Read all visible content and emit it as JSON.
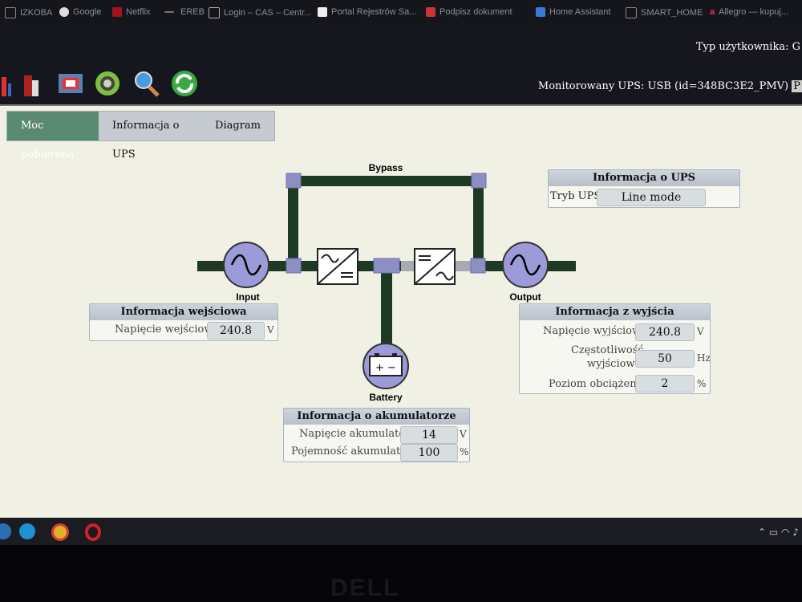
{
  "bookmarks": [
    "IZKOBA",
    "Google",
    "Netflix",
    "",
    "EREB",
    "Login – CAS – Centr...",
    "Portal Rejestrów Sa...",
    "Podpisz dokument",
    "Home Assistant",
    "SMART_HOME",
    "Allegro — kupuj..."
  ],
  "header": {
    "user_type": "Typ użytkownika: G",
    "monitored_ups": "Monitorowany UPS: USB (id=348BC3E2_PMV)",
    "monitored_suffix": "P"
  },
  "tabs": [
    {
      "label": "Moc pobierana",
      "active": true
    },
    {
      "label": "Informacja o UPS",
      "active": false
    },
    {
      "label": "Diagram",
      "active": false
    }
  ],
  "diagram": {
    "bypass_label": "Bypass",
    "input_label": "Input",
    "output_label": "Output",
    "battery_label": "Battery",
    "battery_symbol": "+ −"
  },
  "ups_info": {
    "title": "Informacja o UPS",
    "mode_label": "Tryb UPS",
    "mode_value": "Line mode"
  },
  "input_info": {
    "title": "Informacja wejściowa",
    "voltage_label": "Napięcie wejściowe",
    "voltage_value": "240.8",
    "voltage_unit": "V"
  },
  "output_info": {
    "title": "Informacja z wyjścia",
    "voltage_label": "Napięcie wyjściowe",
    "voltage_value": "240.8",
    "voltage_unit": "V",
    "freq_label_1": "Częstotliwość",
    "freq_label_2": "wyjściowa",
    "freq_value": "50",
    "freq_unit": "Hz",
    "load_label": "Poziom obciążenia",
    "load_value": "2",
    "load_unit": "%"
  },
  "battery_info": {
    "title": "Informacja o akumulatorze",
    "voltage_label": "Napięcie akumulatora",
    "voltage_value": "14",
    "voltage_unit": "V",
    "capacity_label": "Pojemność akumulatora",
    "capacity_value": "100",
    "capacity_unit": "%"
  },
  "colors": {
    "active_tab": "#5b8a72",
    "path": "#1f3a24",
    "node": "#9c9ad8",
    "connector": "#8d8fc4"
  }
}
